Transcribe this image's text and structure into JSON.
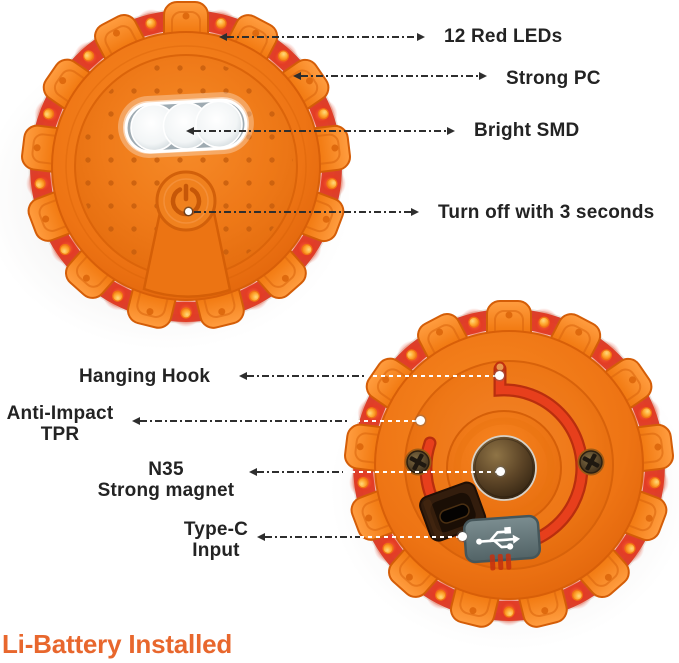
{
  "callouts_top": [
    {
      "id": "red-leds",
      "label": "12 Red LEDs"
    },
    {
      "id": "strong-pc",
      "label": "Strong PC"
    },
    {
      "id": "bright-smd",
      "label": "Bright SMD"
    },
    {
      "id": "turn-off",
      "label": "Turn off with 3 seconds"
    }
  ],
  "callouts_bottom": [
    {
      "id": "hanging-hook",
      "label": "Hanging Hook"
    },
    {
      "id": "anti-impact",
      "line1": "Anti-Impact",
      "line2": "TPR"
    },
    {
      "id": "n35-magnet",
      "line1": "N35",
      "line2": "Strong magnet"
    },
    {
      "id": "type-c",
      "line1": "Type-C",
      "line2": "Input"
    }
  ],
  "footer": {
    "label": "Li-Battery Installed",
    "color": "#E8672D"
  },
  "colors": {
    "body_orange": "#EE7417",
    "tab_orange": "#F6871E",
    "glow_red": "#D82F1B",
    "led_dot": "#FFB843",
    "label_text": "#232323",
    "accent_text": "#E8672D",
    "usb_cover": "#5F7072",
    "magnet_bronze": "#5D4527"
  },
  "icons": {
    "power": "power-symbol (arc + bar)",
    "usb": "usb-trident",
    "screw": "phillips-cross",
    "smd_leds": "3 round white LEDs",
    "type_c_port": "oval port",
    "hanging_hook_slot": "keyhole notch"
  }
}
